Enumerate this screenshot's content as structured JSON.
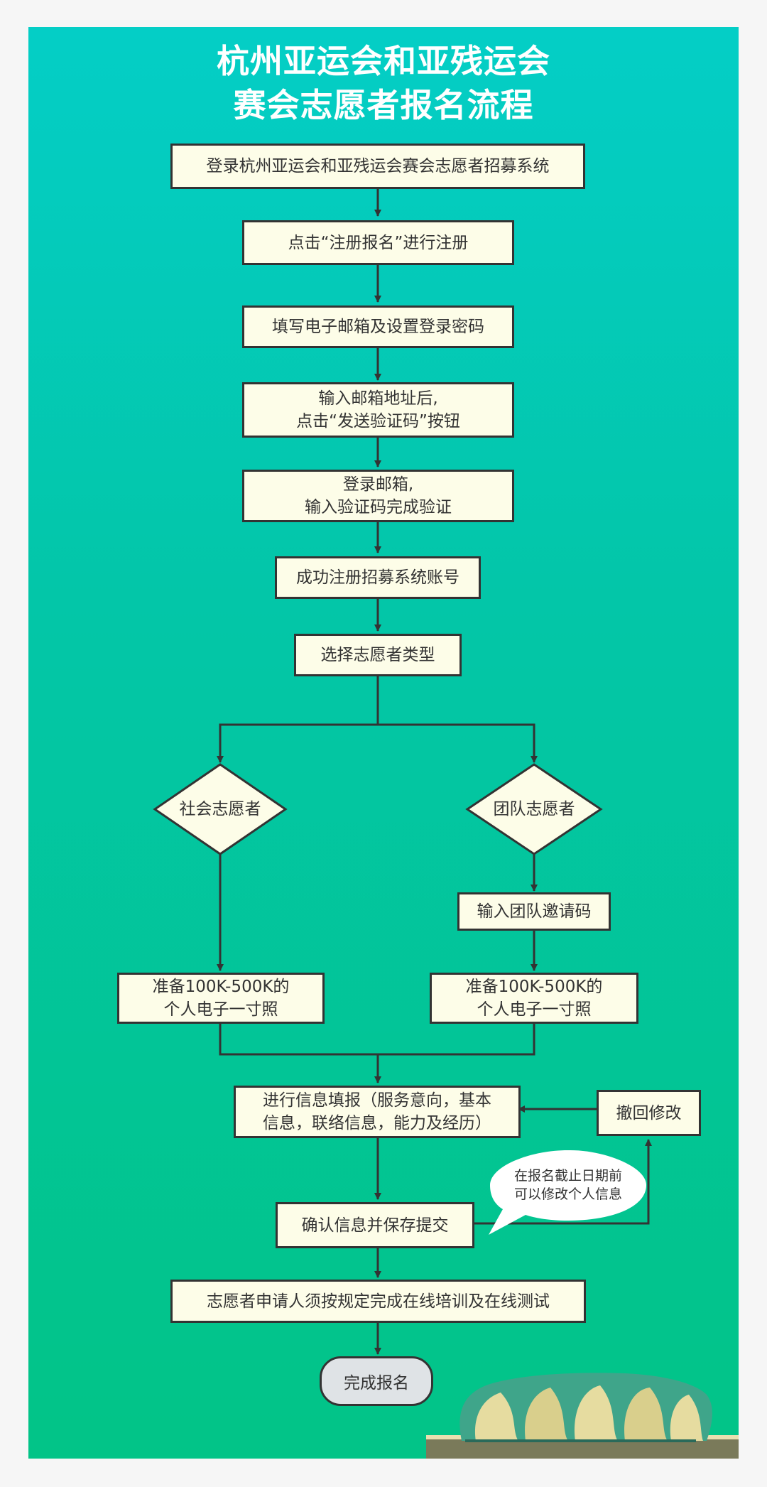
{
  "title": {
    "line1": "杭州亚运会和亚残运会",
    "line2": "赛会志愿者报名流程"
  },
  "steps": {
    "login_system": "登录杭州亚运会和亚残运会赛会志愿者招募系统",
    "click_register": "点击“注册报名”进行注册",
    "fill_email": "填写电子邮箱及设置登录密码",
    "send_code": "输入邮箱地址后,\n点击“发送验证码”按钮",
    "verify_email": "登录邮箱,\n输入验证码完成验证",
    "account_created": "成功注册招募系统账号",
    "choose_type": "选择志愿者类型",
    "social_volunteer": "社会志愿者",
    "team_volunteer": "团队志愿者",
    "team_invite_code": "输入团队邀请码",
    "photo_left": "准备100K-500K的\n个人电子一寸照",
    "photo_right": "准备100K-500K的\n个人电子一寸照",
    "fill_info": "进行信息填报（服务意向，基本\n信息，联络信息，能力及经历）",
    "withdraw_edit": "撤回修改",
    "confirm_submit": "确认信息并保存提交",
    "training_test": "志愿者申请人须按规定完成在线培训及在线测试",
    "done": "完成报名"
  },
  "note": {
    "deadline_edit": "在报名截止日期前\n可以修改个人信息"
  },
  "colors": {
    "gradient_top": "#04cec6",
    "gradient_bottom": "#02c487",
    "box_fill": "#fdfde8",
    "stroke": "#333333",
    "terminal_fill": "#dfe3e6"
  }
}
